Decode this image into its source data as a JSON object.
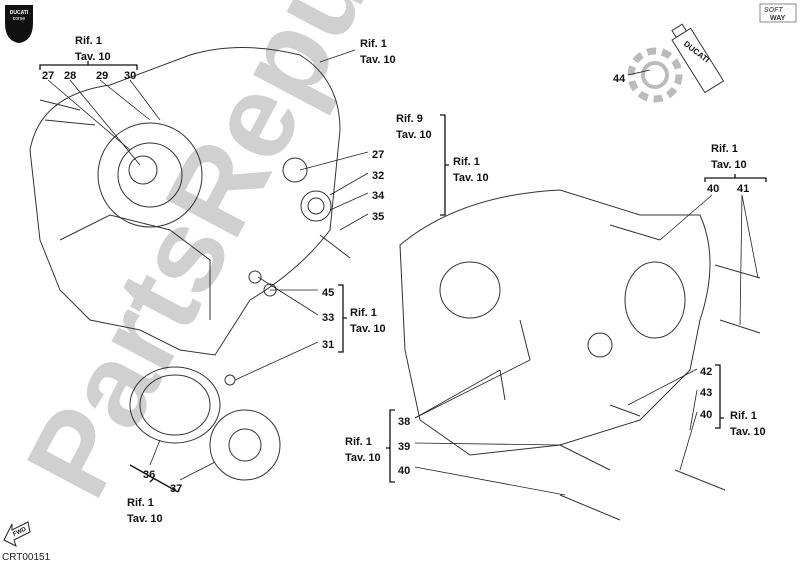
{
  "logos": {
    "brand_badge": "DUCATI corse",
    "software": "SOFT WAY",
    "tube_brand": "DUCATI",
    "watermark": "PartsRepublik",
    "front_arrow": "FWD"
  },
  "drawing_code": "CRT00151",
  "callouts": {
    "ref_top_left": {
      "rif": "Rif. 1",
      "tav": "Tav. 10",
      "items": [
        "27",
        "28",
        "29",
        "30"
      ]
    },
    "ref_top_center": {
      "rif": "Rif. 1",
      "tav": "Tav. 10"
    },
    "ref_rif9": {
      "rif": "Rif. 9",
      "tav": "Tav. 10"
    },
    "ref_mid": {
      "rif": "Rif. 1",
      "tav": "Tav. 10"
    },
    "mid_items": [
      "27",
      "32",
      "34",
      "35"
    ],
    "center_items": [
      "45",
      "33",
      "31"
    ],
    "ref_center": {
      "rif": "Rif. 1",
      "tav": "Tav. 10"
    },
    "bearing_items": [
      "36",
      "37"
    ],
    "ref_bearing": {
      "rif": "Rif. 1",
      "tav": "Tav. 10"
    },
    "sealant": "44",
    "ref_right_top": {
      "rif": "Rif. 1",
      "tav": "Tav. 10",
      "items": [
        "40",
        "41"
      ]
    },
    "right_items": [
      "42",
      "43",
      "40"
    ],
    "ref_right": {
      "rif": "Rif. 1",
      "tav": "Tav. 10"
    },
    "bottom_items": [
      "38",
      "39",
      "40"
    ],
    "ref_bottom": {
      "rif": "Rif. 1",
      "tav": "Tav. 10"
    }
  }
}
